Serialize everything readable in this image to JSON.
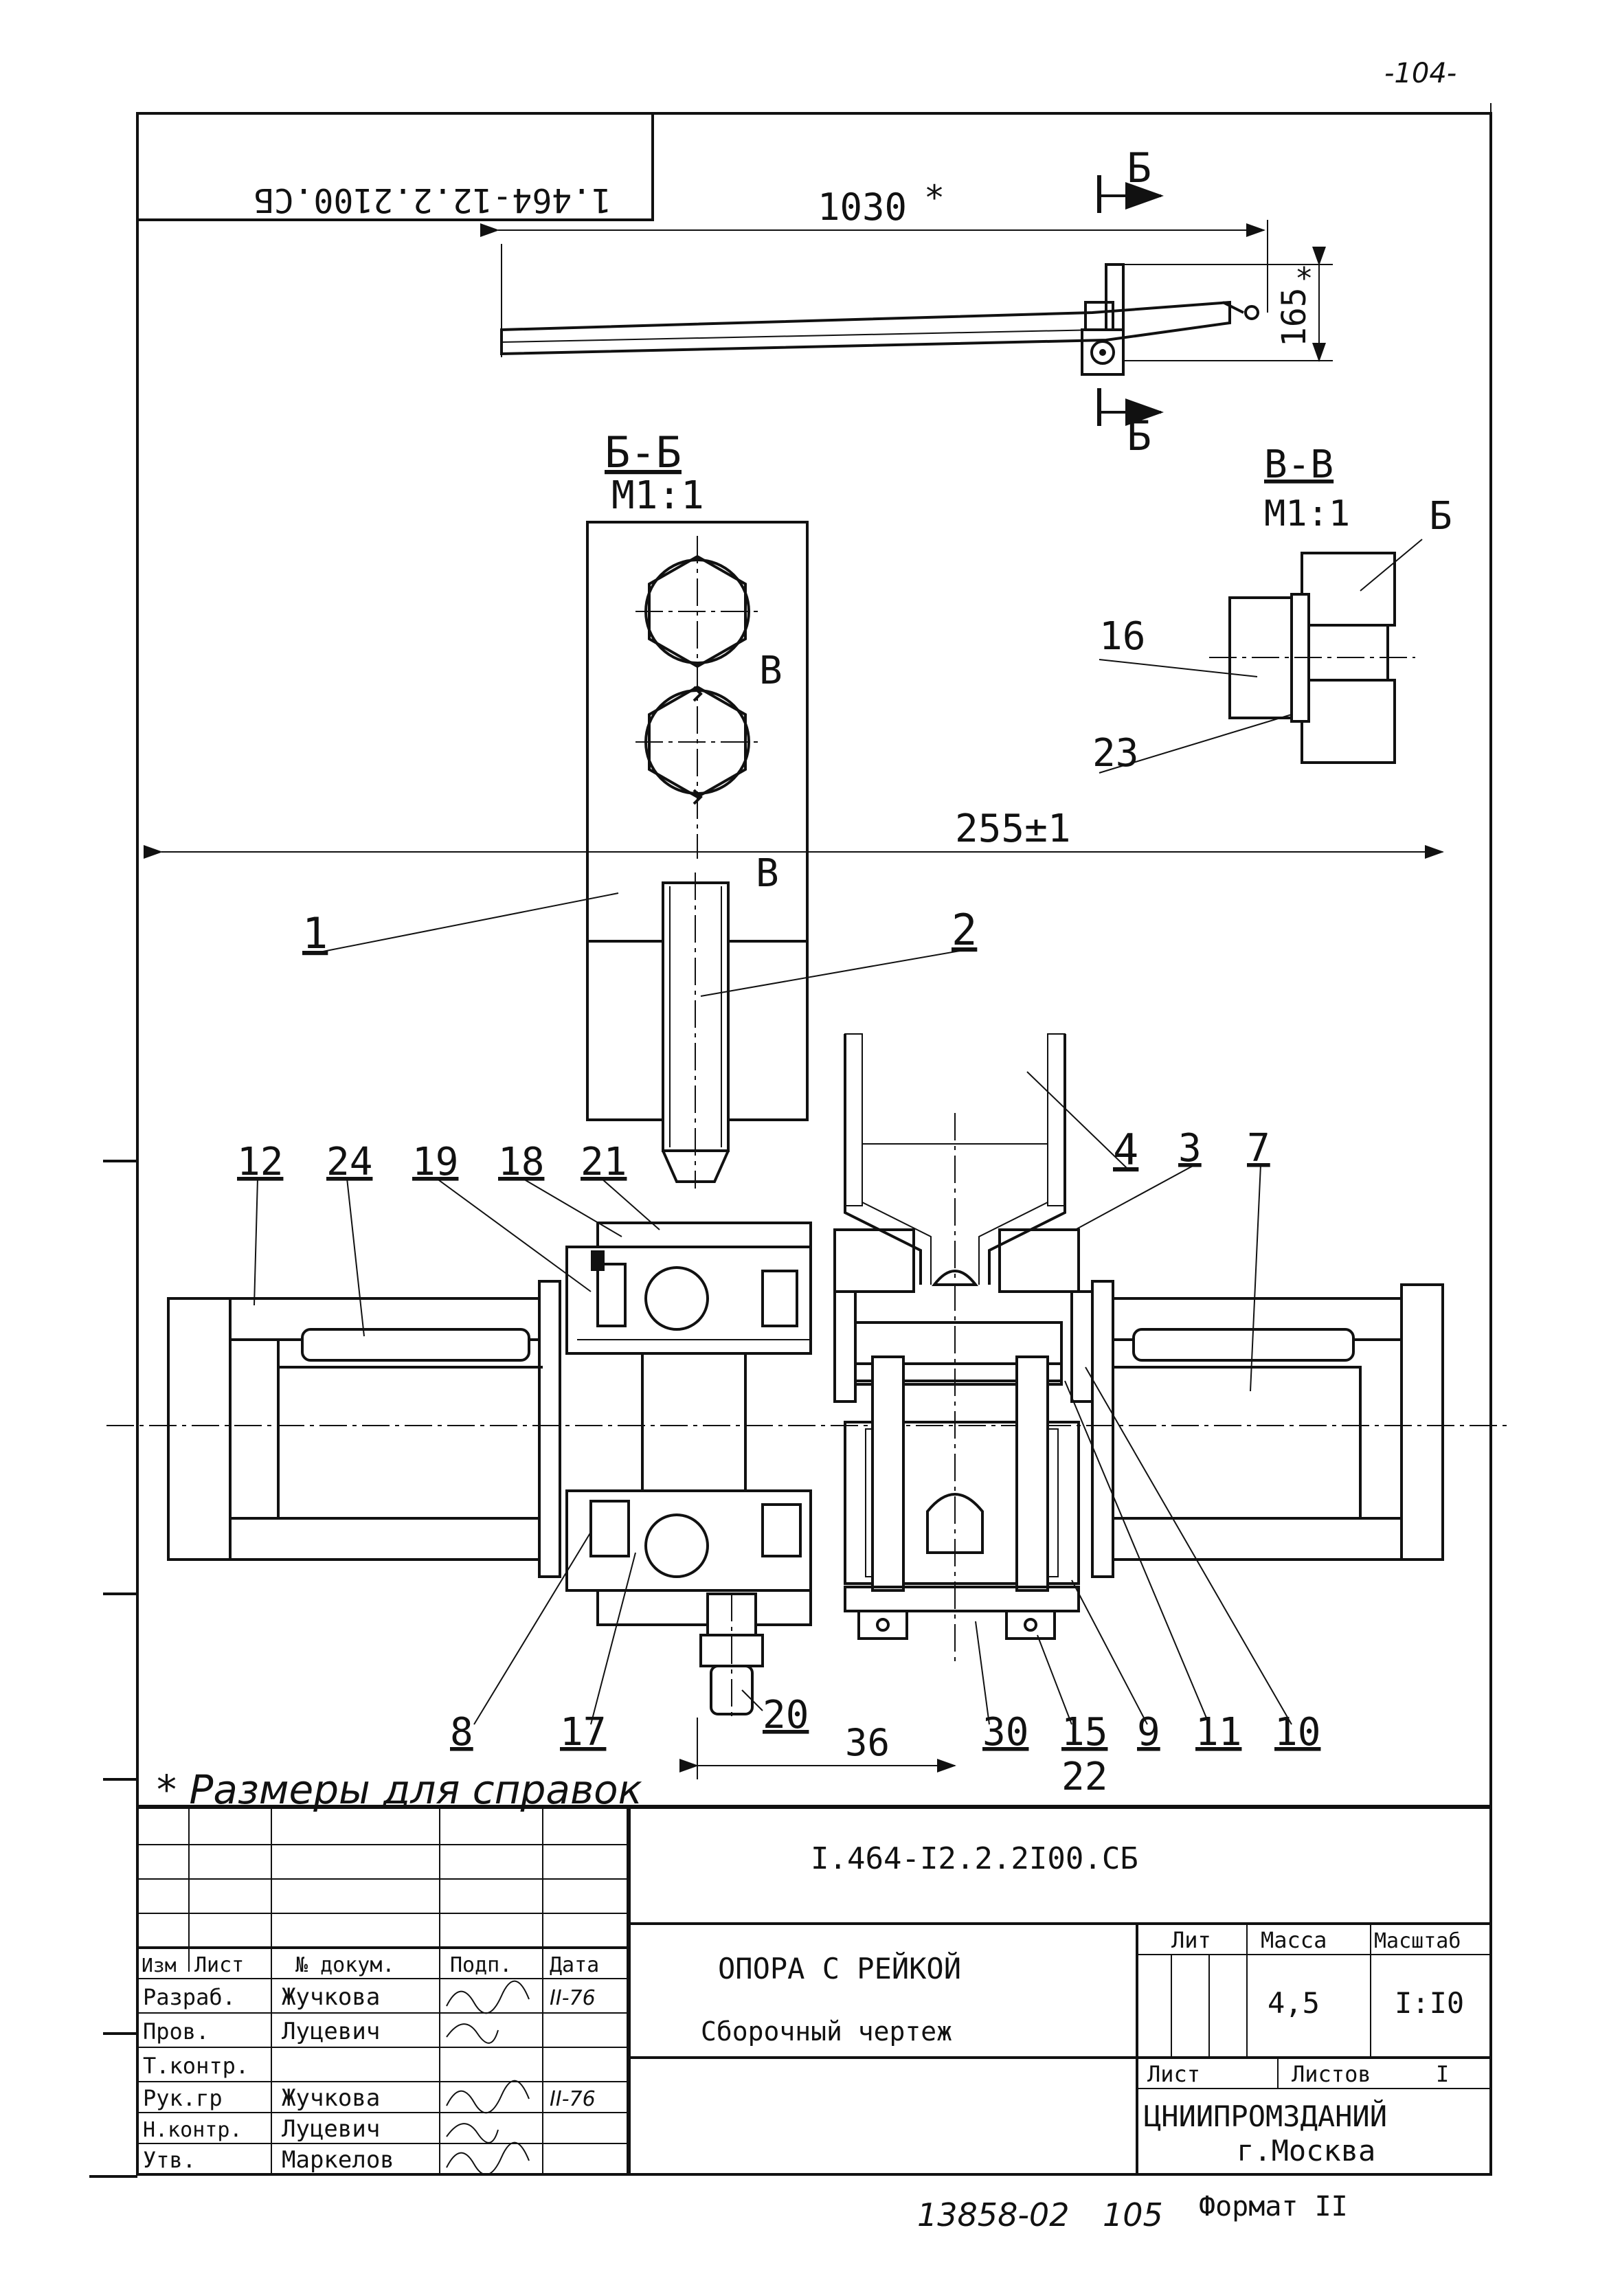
{
  "page_number": "-104-",
  "mirrored_code": "1.464-12.2.2100.СБ",
  "top_view": {
    "dim_length": "1030",
    "dim_height": "165",
    "section_mark": "Б",
    "asterisk": "*"
  },
  "section_bb": {
    "title": "Б-Б",
    "scale": "M1:1",
    "cut_mark": "В"
  },
  "section_vv": {
    "title": "В-В",
    "scale": "M1:1",
    "labels": {
      "b": "Б",
      "p16": "16",
      "p23": "23"
    }
  },
  "dimensions": {
    "overall": "255±1",
    "bottom": "36"
  },
  "part_labels": {
    "p1": "1",
    "p2": "2",
    "p3": "3",
    "p4": "4",
    "p7": "7",
    "p8": "8",
    "p9": "9",
    "p10": "10",
    "p11": "11",
    "p12": "12",
    "p15": "15",
    "p17": "17",
    "p18": "18",
    "p19": "19",
    "p20": "20",
    "p21": "21",
    "p22": "22",
    "p24": "24",
    "p30": "30",
    "v": "В"
  },
  "note": "* Размеры для справок",
  "title_block": {
    "doc_code": "I.464-I2.2.2I00.СБ",
    "title": "ОПОРА С  РЕЙКОЙ",
    "subtitle": "Сборочный чертеж",
    "headers": {
      "izm": "Изм",
      "list": "Лист",
      "doc": "№ докум.",
      "sign": "Подп.",
      "date": "Дата"
    },
    "rows": [
      {
        "role": "Разраб.",
        "name": "Жучкова",
        "date": "II-76"
      },
      {
        "role": "Пров.",
        "name": "Луцевич",
        "date": ""
      },
      {
        "role": "Т.контр.",
        "name": "",
        "date": ""
      },
      {
        "role": "Рук.гр",
        "name": "Жучкова",
        "date": "II-76"
      },
      {
        "role": "Н.контр.",
        "name": "Луцевич",
        "date": ""
      },
      {
        "role": "Утв.",
        "name": "Маркелов",
        "date": ""
      }
    ],
    "lit_label": "Лит",
    "mass_label": "Масса",
    "scale_label": "Масштаб",
    "mass": "4,5",
    "scale": "I:I0",
    "sheet_label": "Лист",
    "sheets_label": "Листов",
    "sheets": "I",
    "org": "ЦНИИПРОМЗДАНИЙ",
    "city": "г.Москва"
  },
  "footer": {
    "archive": "13858-02",
    "sheet": "105",
    "format": "Формат II"
  }
}
